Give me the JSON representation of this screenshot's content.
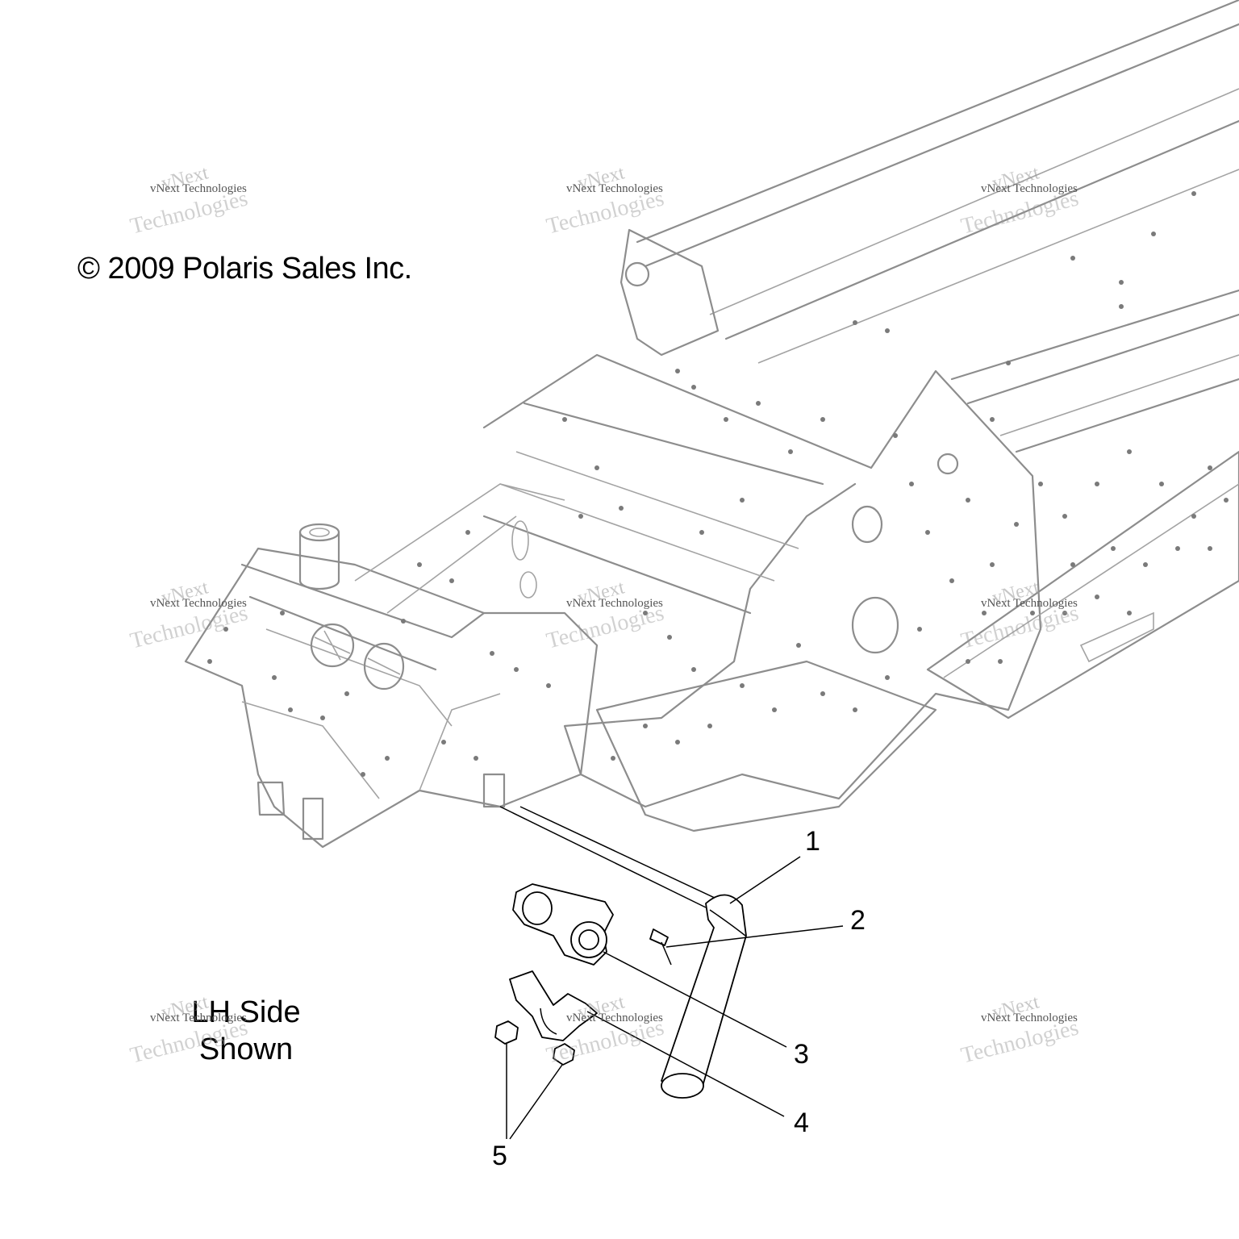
{
  "copyright": "© 2009 Polaris Sales Inc.",
  "view_note": {
    "line1": "LH Side",
    "line2": "Shown"
  },
  "callouts": [
    "1",
    "2",
    "3",
    "4",
    "5"
  ],
  "watermark": {
    "line1": "vNext",
    "line2": "vNext Technologies",
    "line3": "Technologies"
  }
}
